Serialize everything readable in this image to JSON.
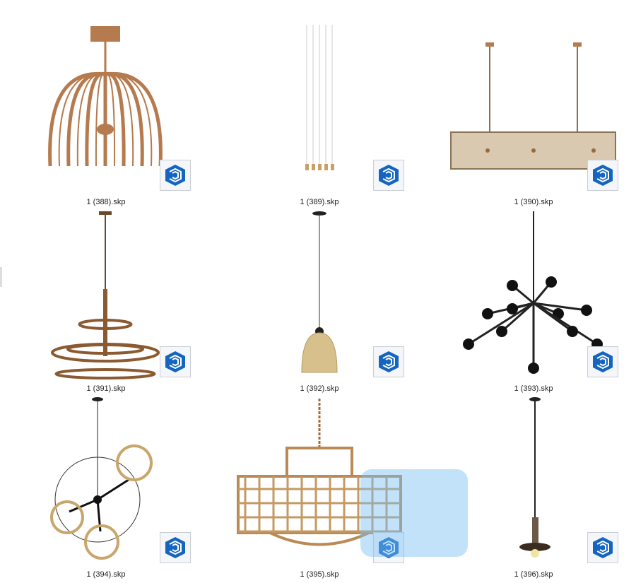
{
  "files": [
    {
      "name": "1 (388).skp",
      "icon": "sketchup-icon"
    },
    {
      "name": "1 (389).skp",
      "icon": "sketchup-icon"
    },
    {
      "name": "1 (390).skp",
      "icon": "sketchup-icon"
    },
    {
      "name": "1 (391).skp",
      "icon": "sketchup-icon"
    },
    {
      "name": "1 (392).skp",
      "icon": "sketchup-icon"
    },
    {
      "name": "1 (393).skp",
      "icon": "sketchup-icon"
    },
    {
      "name": "1 (394).skp",
      "icon": "sketchup-icon"
    },
    {
      "name": "1 (395).skp",
      "icon": "sketchup-icon"
    },
    {
      "name": "1 (396).skp",
      "icon": "sketchup-icon"
    }
  ],
  "colors": {
    "sketchup_blue": "#1565c0",
    "copper": "#b57a4d",
    "black": "#1a1a1a"
  }
}
